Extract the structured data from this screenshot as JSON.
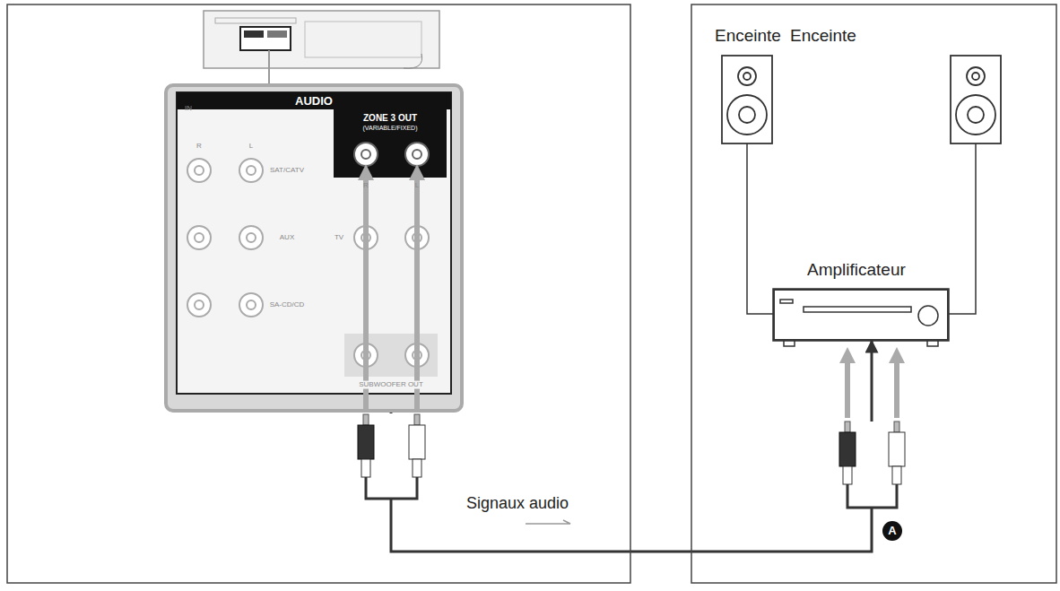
{
  "diagram": {
    "nodes": [
      {
        "text": [
          "AUDIO"
        ]
      },
      {
        "text": [
          "Amplificateur"
        ]
      }
    ],
    "edges": [
      {
        "from": 0,
        "to": 1,
        "arrow": "to"
      }
    ],
    "labels": [
      "Enceinte",
      "Enceinte",
      "ZONE 3 OUT",
      "(VARIABLE/FIXED)",
      "IN",
      "R",
      "L",
      "SAT/CATV",
      "AUX",
      "SA-CD/CD",
      "TV",
      "R",
      "L",
      "SUBWOOFER OUT",
      "Signaux audio",
      "A"
    ]
  }
}
